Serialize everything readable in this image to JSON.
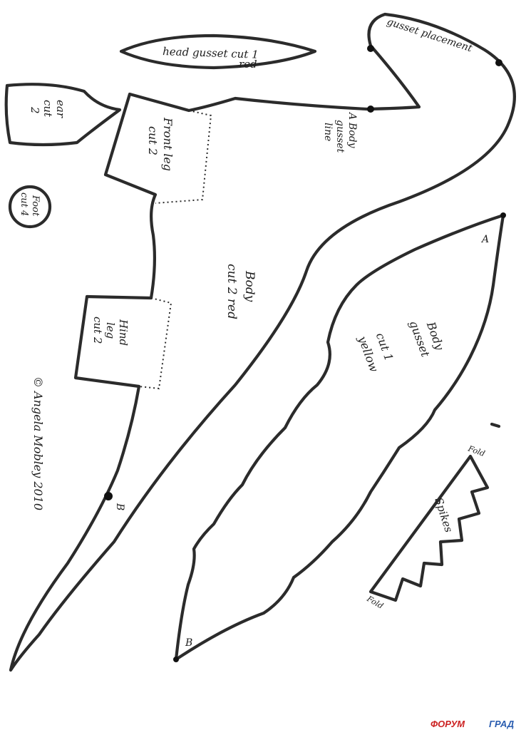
{
  "pieces": {
    "head_gusset": {
      "line1": "head gusset cut 1",
      "line2": "red"
    },
    "ear": {
      "line1": "ear",
      "line2": "cut",
      "line3": "2"
    },
    "foot": {
      "line1": "Foot",
      "line2": "cut 4"
    },
    "front_leg": {
      "line1": "Front leg",
      "line2": "cut 2"
    },
    "hind_leg": {
      "line1": "Hind",
      "line2": "leg",
      "line3": "cut 2"
    },
    "body": {
      "line1": "Body",
      "line2": "cut 2 red"
    },
    "body_gusset": {
      "line1": "Body",
      "line2": "gusset",
      "line3": "cut 1",
      "line4": "yellow"
    },
    "spikes": {
      "label": "Spikes",
      "fold_top": "Fold",
      "fold_bottom": "Fold"
    }
  },
  "markers": {
    "gusset_placement": "gusset placement",
    "body_gusset_line": {
      "letter": "A",
      "line1": "Body",
      "line2": "gusset",
      "line3": "line"
    },
    "point_a": "A",
    "point_b_body": "B",
    "point_b_gusset": "B"
  },
  "credit": "© Angela Mobley 2010",
  "watermark": {
    "part1": "ФОРУМ",
    "part2": "ГРАД"
  },
  "colors": {
    "ink": "#2b2b2b",
    "paper": "#ffffff",
    "watermark_red": "#cc2222",
    "watermark_blue": "#2a5db0"
  }
}
